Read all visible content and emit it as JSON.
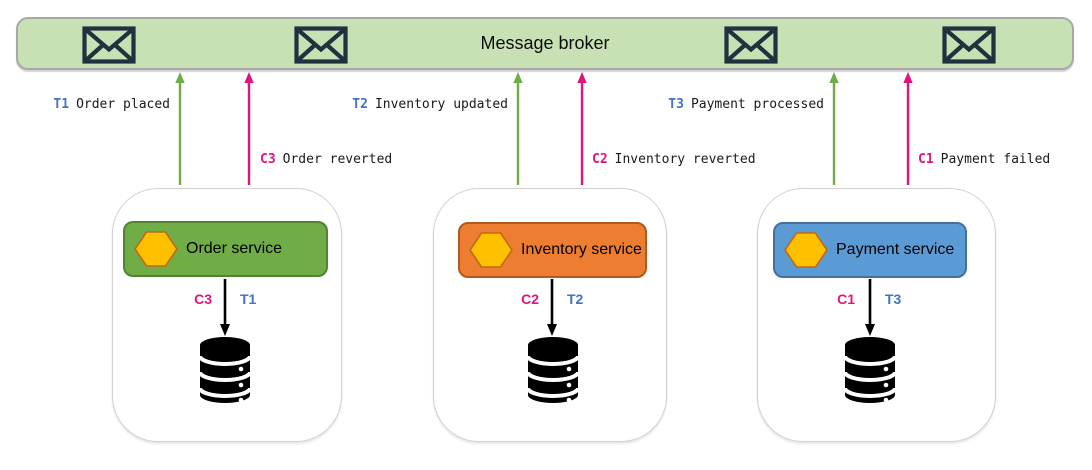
{
  "broker": {
    "title": "Message broker"
  },
  "flows": {
    "t1": {
      "id": "T1",
      "label": "Order placed"
    },
    "c3": {
      "id": "C3",
      "label": "Order reverted"
    },
    "t2": {
      "id": "T2",
      "label": "Inventory updated"
    },
    "c2": {
      "id": "C2",
      "label": "Inventory reverted"
    },
    "t3": {
      "id": "T3",
      "label": "Payment processed"
    },
    "c1": {
      "id": "C1",
      "label": "Payment failed"
    }
  },
  "services": {
    "order": {
      "name": "Order service",
      "compensation_id": "C3",
      "transaction_id": "T1"
    },
    "inventory": {
      "name": "Inventory service",
      "compensation_id": "C2",
      "transaction_id": "T2"
    },
    "payment": {
      "name": "Payment service",
      "compensation_id": "C1",
      "transaction_id": "T3"
    }
  },
  "icons": {
    "envelope": "message-envelope",
    "hexagon": "service-hexagon",
    "database": "database-cylinder"
  },
  "colors": {
    "broker_fill": "#C8E1B4",
    "transaction_arrow_green": "#70AD47",
    "compensation_arrow_pink": "#E0157C",
    "transaction_label_blue": "#4472C4",
    "order_service_fill": "#70AD47",
    "inventory_service_fill": "#ED7D31",
    "payment_service_fill": "#5B9BD5",
    "hexagon_fill": "#FFC000",
    "envelope_stroke": "#22313F"
  }
}
